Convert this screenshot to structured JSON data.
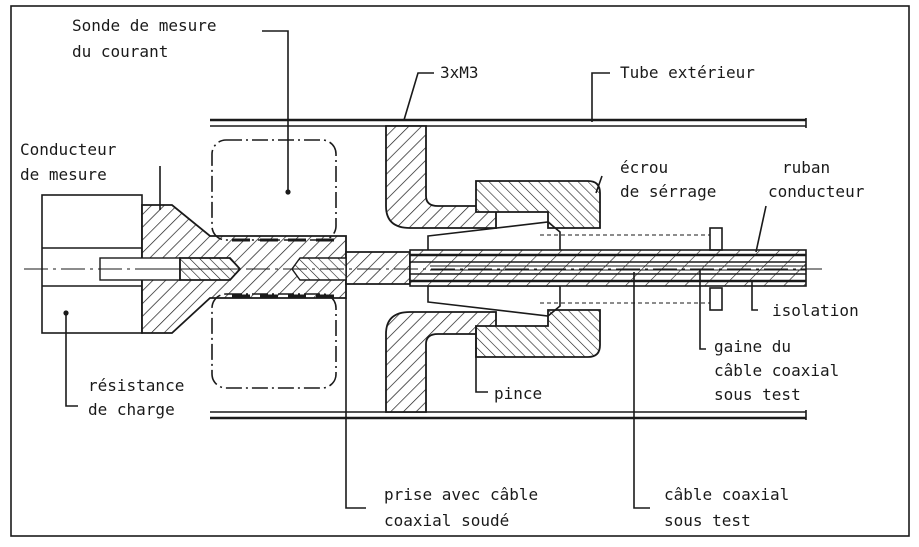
{
  "labels": {
    "sonde_line1": "Sonde de mesure",
    "sonde_line2": "du courant",
    "m3": "3xM3",
    "tube": "Tube extérieur",
    "conducteur_line1": "Conducteur",
    "conducteur_line2": "de mesure",
    "ecrou_line1": "écrou",
    "ecrou_line2": "de sérrage",
    "ruban_line1": "ruban",
    "ruban_line2": "conducteur",
    "isolation": "isolation",
    "gaine_line1": "gaine du",
    "gaine_line2": "câble coaxial",
    "gaine_line3": "sous test",
    "resistance_line1": "résistance",
    "resistance_line2": "de charge",
    "pince": "pince",
    "prise_line1": "prise avec câble",
    "prise_line2": "coaxial soudé",
    "cable_line1": "câble coaxial",
    "cable_line2": "sous test"
  }
}
